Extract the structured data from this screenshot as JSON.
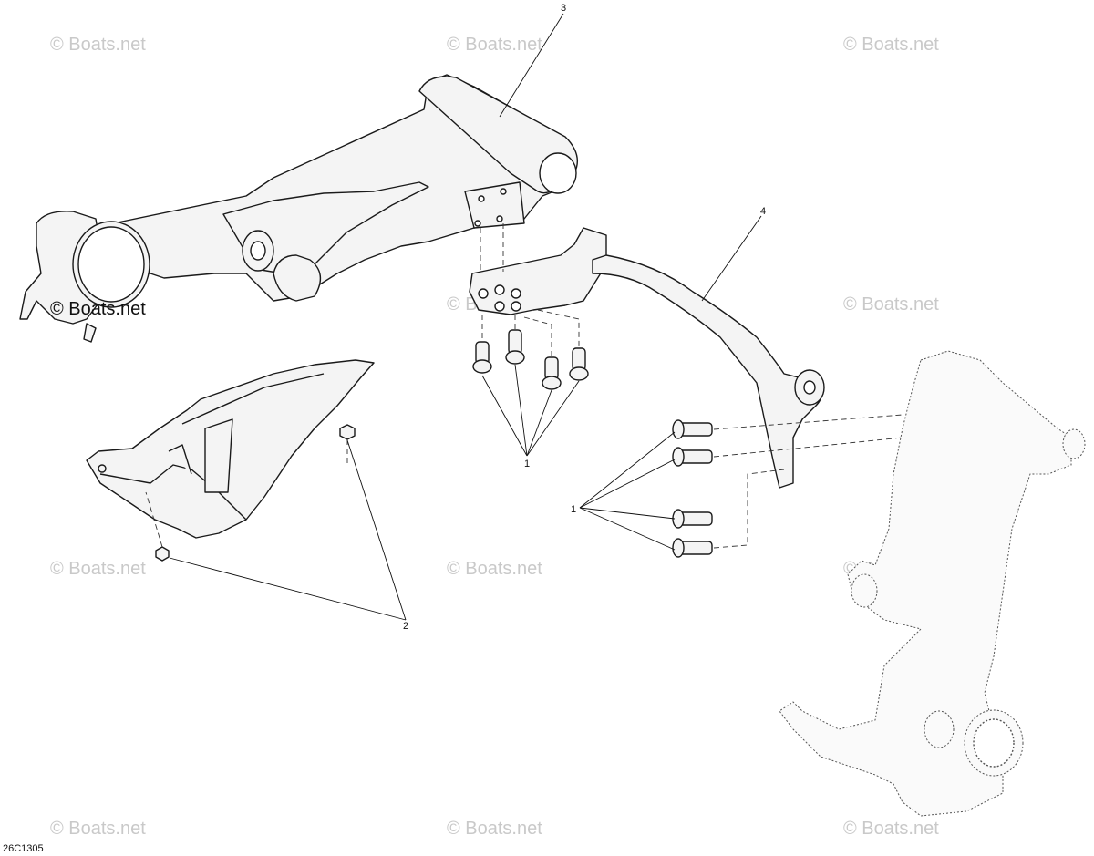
{
  "diagram_code": "26C1305",
  "watermark": "© Boats.net",
  "callouts": {
    "c1_bolts_top": "1",
    "c1_bolts_right": "1",
    "c2_nuts": "2",
    "c3_swing_arm": "3",
    "c4_footrest_bracket": "4"
  }
}
